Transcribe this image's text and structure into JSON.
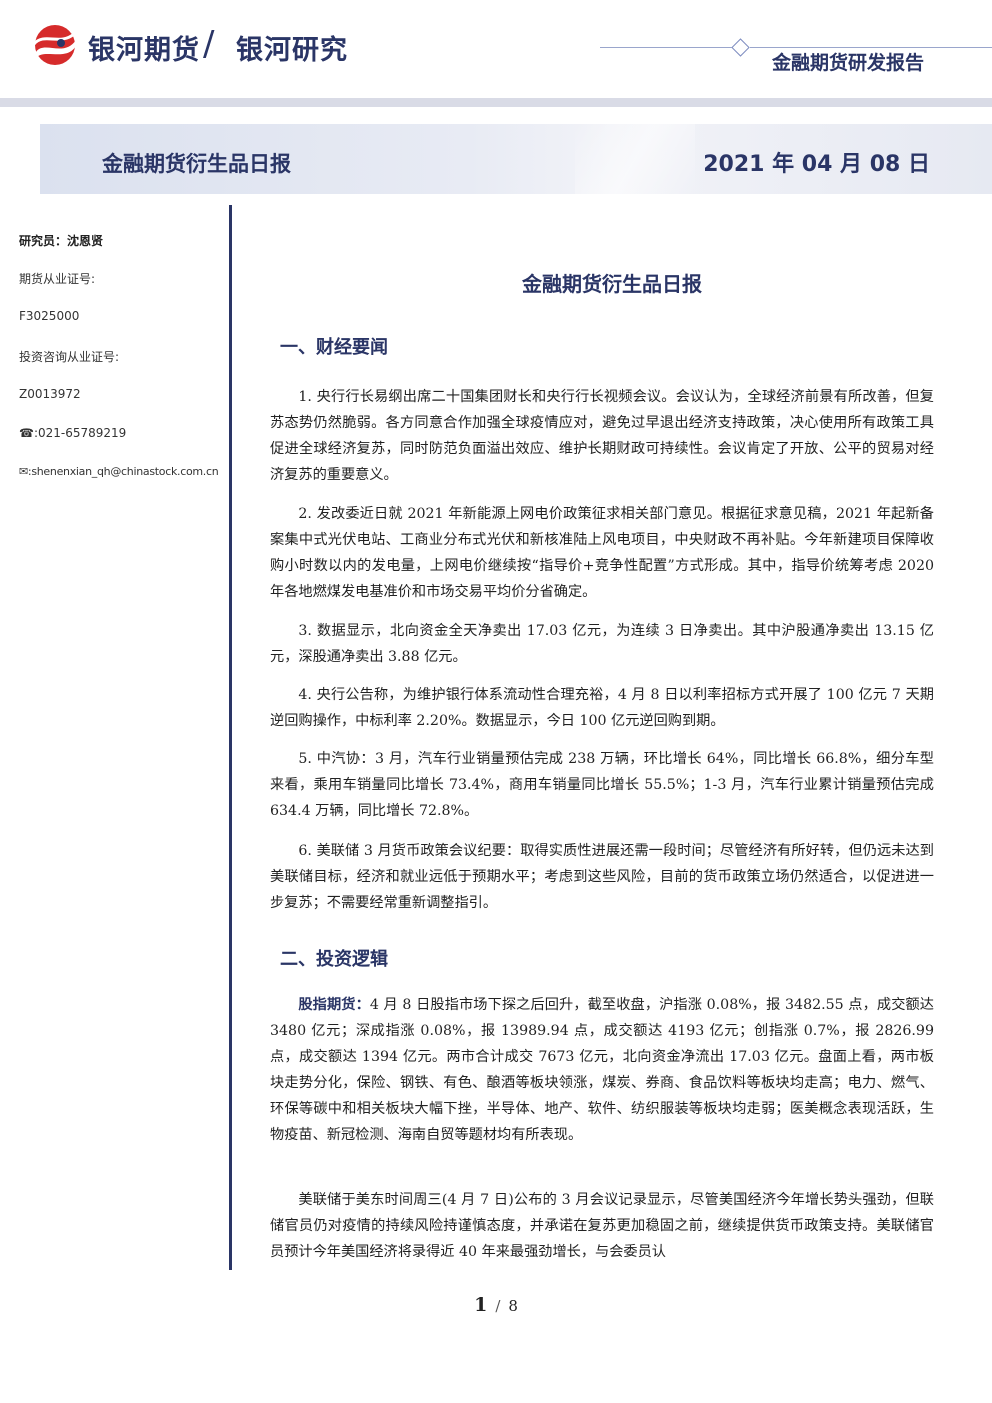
{
  "header": {
    "brand": "银河期货",
    "research": "银河研究",
    "report_type": "金融期货研发报告"
  },
  "banner": {
    "title": "金融期货衍生品日报",
    "date": "2021 年 04 月 08 日"
  },
  "sidebar": {
    "researcher": "研究员：沈恩贤",
    "license_label": "期货从业证号:",
    "license_no": "F3025000",
    "consult_label": "投资咨询从业证号:",
    "consult_no": "Z0013972",
    "phone": "☎:021-65789219",
    "email": "✉:shenenxian_qh@chinastock.com.cn"
  },
  "main": {
    "doc_title": "金融期货衍生品日报",
    "section1_heading": "一、财经要闻",
    "news": [
      "1. 央行行长易纲出席二十国集团财长和央行行长视频会议。会议认为，全球经济前景有所改善，但复苏态势仍然脆弱。各方同意合作加强全球疫情应对，避免过早退出经济支持政策，决心使用所有政策工具促进全球经济复苏，同时防范负面溢出效应、维护长期财政可持续性。会议肯定了开放、公平的贸易对经济复苏的重要意义。",
      "2. 发改委近日就 2021 年新能源上网电价政策征求相关部门意见。根据征求意见稿，2021 年起新备案集中式光伏电站、工商业分布式光伏和新核准陆上风电项目，中央财政不再补贴。今年新建项目保障收购小时数以内的发电量，上网电价继续按“指导价+竞争性配置”方式形成。其中，指导价统筹考虑 2020 年各地燃煤发电基准价和市场交易平均价分省确定。",
      "3. 数据显示，北向资金全天净卖出 17.03 亿元，为连续 3 日净卖出。其中沪股通净卖出 13.15 亿元，深股通净卖出 3.88 亿元。",
      "4. 央行公告称，为维护银行体系流动性合理充裕，4 月 8 日以利率招标方式开展了 100 亿元 7 天期逆回购操作，中标利率 2.20%。数据显示，今日 100 亿元逆回购到期。",
      "5. 中汽协：3 月，汽车行业销量预估完成 238 万辆，环比增长 64%，同比增长 66.8%，细分车型来看，乘用车销量同比增长 73.4%，商用车销量同比增长 55.5%；1-3 月，汽车行业累计销量预估完成 634.4 万辆，同比增长 72.8%。",
      "6. 美联储 3 月货币政策会议纪要：取得实质性进展还需一段时间；尽管经济有所好转，但仍远未达到美联储目标，经济和就业远低于预期水平；考虑到这些风险，目前的货币政策立场仍然适合，以促进进一步复苏；不需要经常重新调整指引。"
    ],
    "section2_heading": "二、投资逻辑",
    "stock_lead": "股指期货：",
    "stock_text": "4 月 8 日股指市场下探之后回升，截至收盘，沪指涨 0.08%，报 3482.55 点，成交额达 3480 亿元；深成指涨 0.08%，报 13989.94 点，成交额达 4193 亿元；创指涨 0.7%，报 2826.99 点，成交额达 1394 亿元。两市合计成交 7673 亿元，北向资金净流出 17.03 亿元。盘面上看，两市板块走势分化，保险、钢铁、有色、酿酒等板块领涨，煤炭、券商、食品饮料等板块均走高；电力、燃气、环保等碳中和相关板块大幅下挫，半导体、地产、软件、纺织服装等板块均走弱；医美概念表现活跃，生物疫苗、新冠检测、海南自贸等题材均有所表现。",
    "fed_text": "美联储于美东时间周三(4 月 7 日)公布的 3 月会议记录显示，尽管美国经济今年增长势头强劲，但联储官员仍对疫情的持续风险持谨慎态度，并承诺在复苏更加稳固之前，继续提供货币政策支持。美联储官员预计今年美国经济将录得近 40 年来最强劲增长，与会委员认"
  },
  "footer": {
    "page_current": "1",
    "page_sep": "/",
    "page_total": "8"
  },
  "colors": {
    "brand_navy": "#2a3566",
    "logo_red": "#d62b2b",
    "banner_bg": "#dbe1ef"
  }
}
